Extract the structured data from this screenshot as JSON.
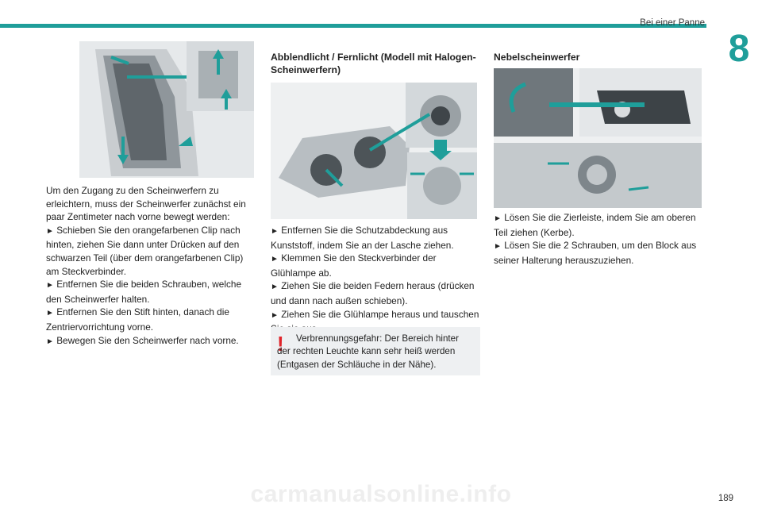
{
  "header": {
    "title": "Bei einer Panne",
    "chapter": "8"
  },
  "col1": {
    "intro": "Um den Zugang zu den Scheinwerfern zu erleichtern, muss der Scheinwerfer zunächst ein paar Zentimeter nach vorne bewegt werden:",
    "steps": [
      "Schieben Sie den orangefarbenen Clip nach hinten, ziehen Sie dann unter Drücken auf den schwarzen Teil (über dem orangefarbenen Clip) am Steckverbinder.",
      "Entfernen Sie die beiden Schrauben, welche den Scheinwerfer halten.",
      "Entfernen Sie den Stift hinten, danach die Zentriervorrichtung vorne.",
      "Bewegen Sie den Scheinwerfer nach vorne."
    ]
  },
  "col2": {
    "heading": "Abblendlicht / Fernlicht (Modell mit Halogen-Scheinwerfern)",
    "steps": [
      "Entfernen Sie die Schutzabdeckung aus Kunststoff, indem Sie an der Lasche ziehen.",
      "Klemmen Sie den Steckverbinder der Glühlampe ab.",
      "Ziehen Sie die beiden Federn heraus (drücken und dann nach außen schieben).",
      "Ziehen Sie die Glühlampe heraus und tauschen Sie sie aus."
    ],
    "warning": "Verbrennungsgefahr: Der Bereich hinter der rechten Leuchte kann sehr heiß werden (Entgasen der Schläuche in der Nähe)."
  },
  "col3": {
    "heading": "Nebelscheinwerfer",
    "steps": [
      "Lösen Sie die Zierleiste, indem Sie am oberen Teil ziehen (Kerbe).",
      "Lösen Sie die 2 Schrauben, um den Block aus seiner Halterung herauszuziehen."
    ]
  },
  "bullet_glyph": "►",
  "page_number": "189",
  "watermark": "carmanualsonline.info",
  "colors": {
    "accent": "#1f9e9a",
    "warning": "#e0242a",
    "warning_bg": "#eef0f2"
  }
}
